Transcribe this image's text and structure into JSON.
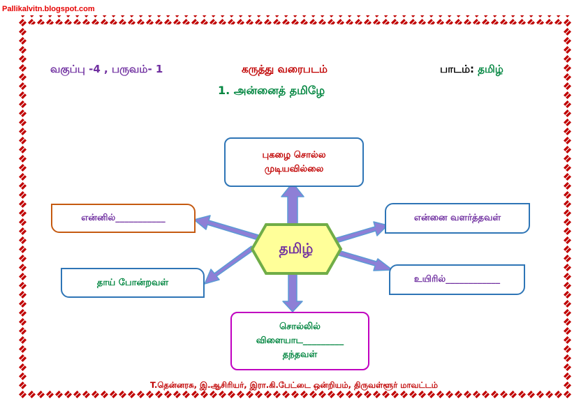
{
  "site_label": "Pallikalvitn.blogspot.com",
  "header": {
    "class_term": "வகுப்பு -4 , பருவம்- 1",
    "map_title": "கருத்து வரைபடம்",
    "subject_label": "பாடம்:",
    "subject_value": "தமிழ்",
    "lesson": "1. அன்னைத் தமிழே"
  },
  "center": {
    "label": "தமிழ்"
  },
  "boxes": {
    "top": {
      "line1": "புகழை சொல்ல",
      "line2": "முடியவில்லை"
    },
    "left_top": {
      "text": "என்னில்___________"
    },
    "left_bottom": {
      "text": "தாய் போன்றவள்"
    },
    "right_top": {
      "text": "என்னை வளர்த்தவள்"
    },
    "right_bottom": {
      "text": "உயிரில்____________"
    },
    "bottom": {
      "line1": "சொல்லில்",
      "line2": "விளையாட_________",
      "line3": "தந்தவள்"
    }
  },
  "footer": "T.தென்னரசு, இ.ஆசிரியர், இரா.கி.பேட்டை ஒன்றியம், திருவள்ளூர் மாவட்டம்",
  "colors": {
    "border_red": "#c00000",
    "hexagon_fill": "#ffff99",
    "hexagon_stroke": "#70ad47",
    "arrow_fill": "#8e7fd6",
    "arrow_stroke": "#5b9bd5",
    "purple_text": "#7030a0",
    "green_text": "#00853f",
    "brown_text": "#c55a11",
    "red_text": "#c00000"
  }
}
